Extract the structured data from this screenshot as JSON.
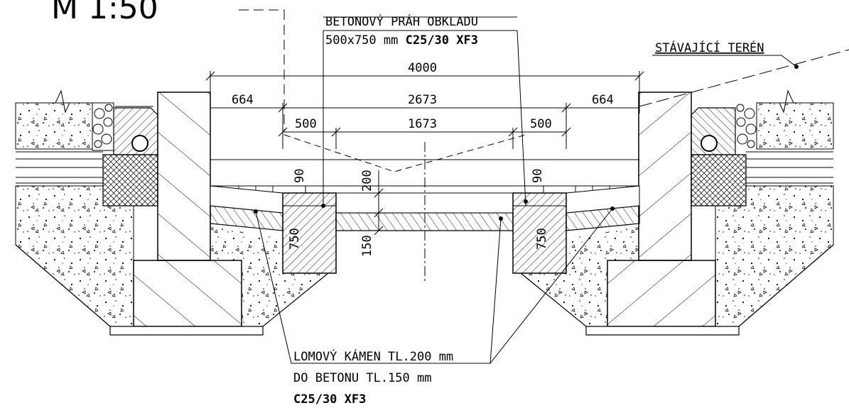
{
  "scale": "M 1:50",
  "labels": {
    "threshold_title": "BETONOVÝ PRÁH OBKLADU",
    "threshold_dims": "500x750 mm",
    "threshold_class": "C25/30 XF3",
    "terrain": "STÁVAJÍCÍ TERÉN",
    "stone_line1": "LOMOVÝ KÁMEN TL.200 mm",
    "stone_line2": "DO BETONU TL.150 mm",
    "stone_line3": "C25/30 XF3"
  },
  "dimensions": {
    "overall": "4000",
    "inner": "2673",
    "left_offset": "664",
    "right_offset": "664",
    "bottom": "1673",
    "left_sill": "500",
    "right_sill": "500",
    "left_90": "90",
    "right_90": "90",
    "lining": "200",
    "base": "150",
    "left_750": "750",
    "right_750": "750"
  }
}
